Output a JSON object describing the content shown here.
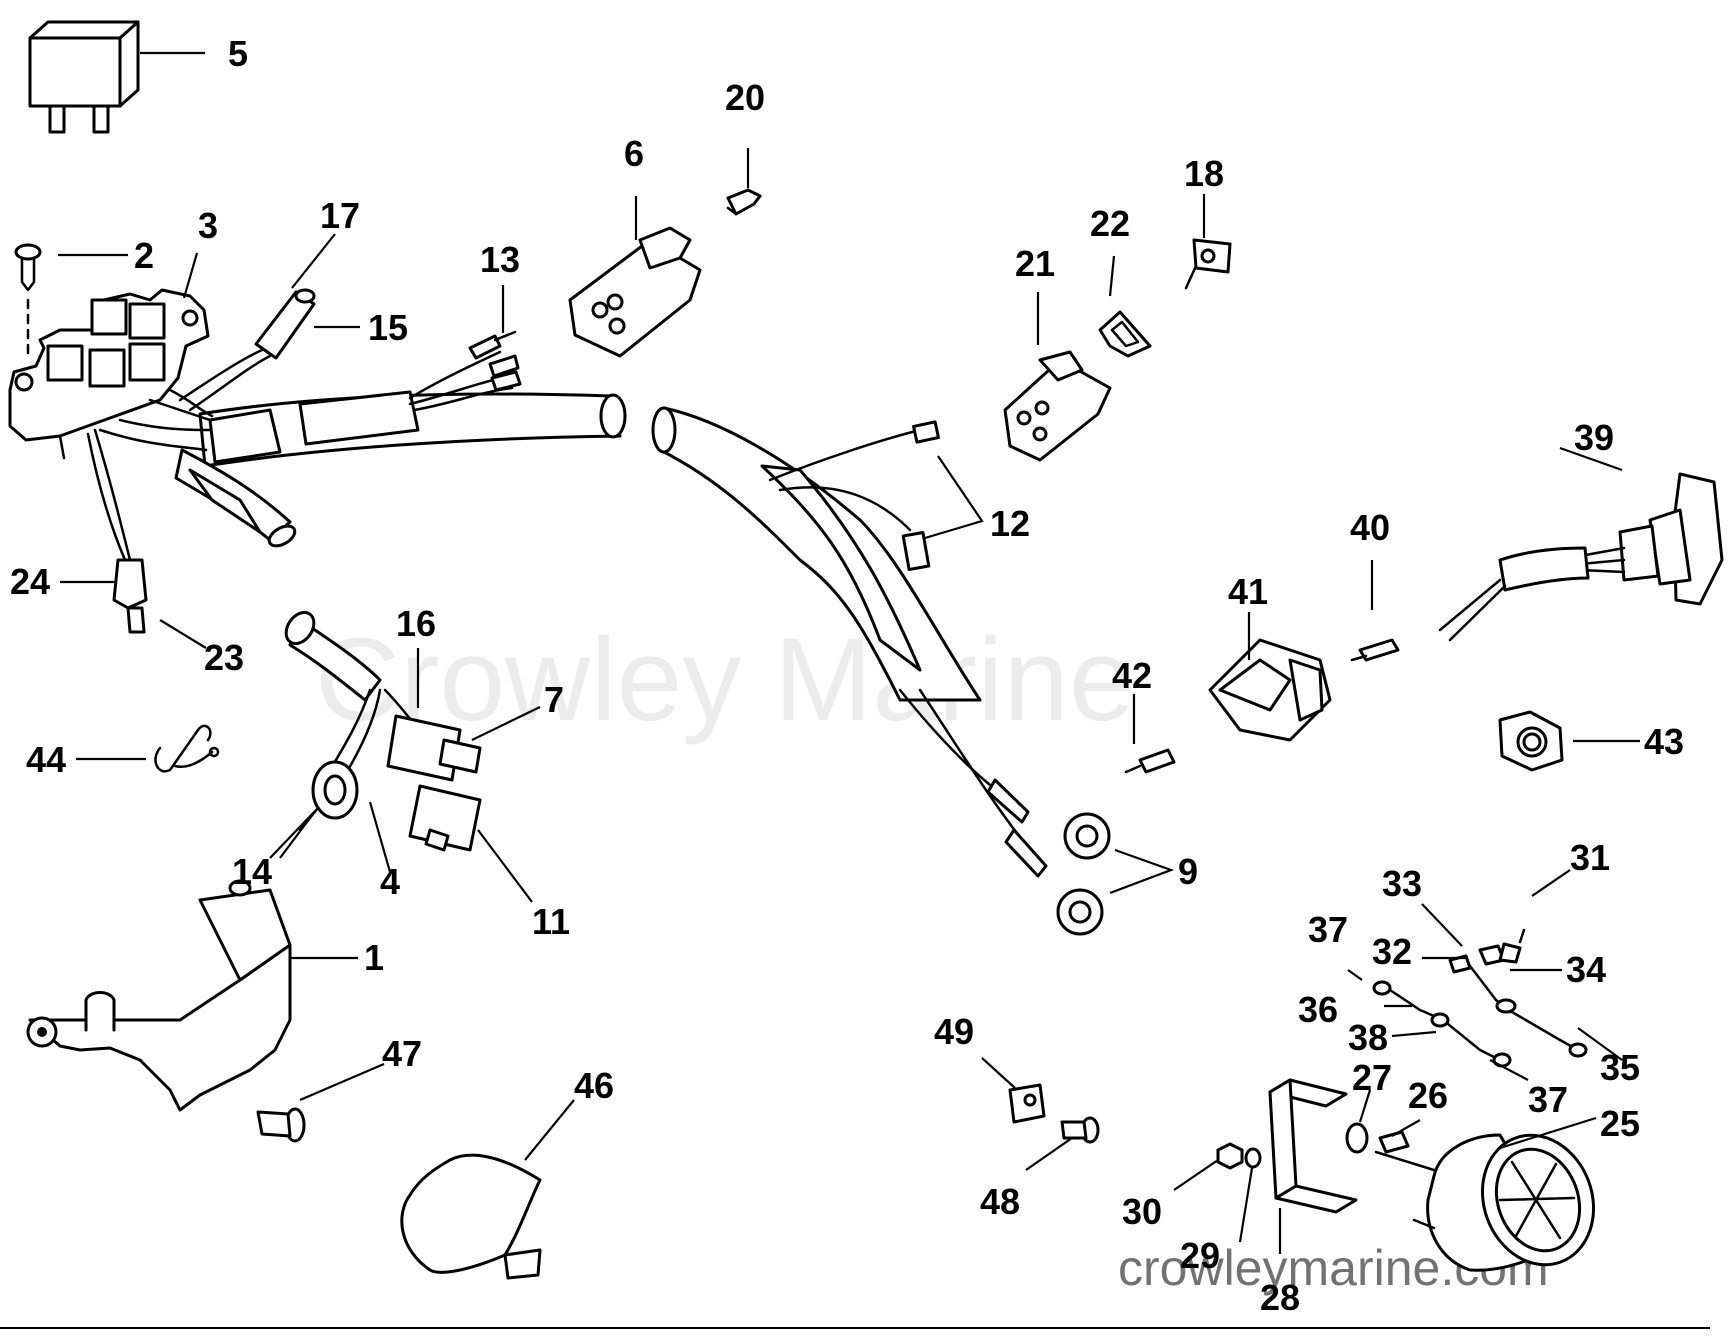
{
  "watermarks": {
    "center": "Crowley Marine",
    "footer": "crowleymarine.com"
  },
  "callouts": [
    "1",
    "2",
    "3",
    "4",
    "5",
    "6",
    "7",
    "9",
    "11",
    "12",
    "13",
    "14",
    "15",
    "16",
    "17",
    "18",
    "20",
    "21",
    "22",
    "23",
    "24",
    "25",
    "26",
    "27",
    "28",
    "29",
    "30",
    "31",
    "32",
    "33",
    "34",
    "35",
    "36",
    "37",
    "38",
    "39",
    "40",
    "41",
    "42",
    "43",
    "44",
    "46",
    "47",
    "48",
    "49"
  ],
  "colors": {
    "ink": "#000000",
    "paper": "#ffffff"
  }
}
